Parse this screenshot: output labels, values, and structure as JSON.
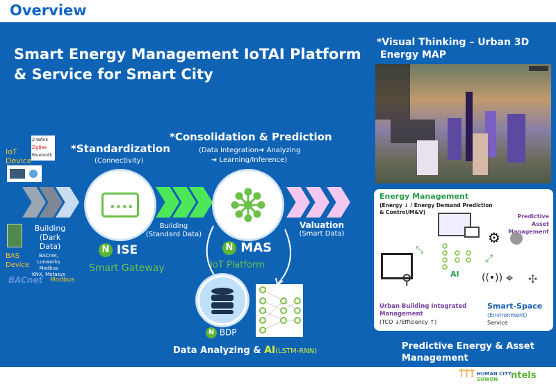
{
  "header": {
    "title": "Overview"
  },
  "main_title": {
    "line1": "Smart Energy Management IoTAI Platform",
    "line2": "& Service for Smart City"
  },
  "left": {
    "iot_device": [
      "IoT",
      "Device"
    ],
    "iot_logos": [
      "Z-WAVE",
      "ZigBee",
      "Bluetooth"
    ],
    "bas_device": [
      "BAS",
      "Device"
    ],
    "bas_protocols": [
      "BACnet, Lonworks",
      "Modbus",
      "KNX, Metasys"
    ],
    "bas_logos": [
      "BACnet",
      "Modbus"
    ],
    "building_dark": [
      "Building",
      "(Dark Data)"
    ]
  },
  "standardization": {
    "title": "*Standardization",
    "subtitle": "(Connectivity)",
    "product": "ISE",
    "product_caption": "Smart Gateway"
  },
  "building_standard": [
    "Building",
    "(Standard Data)"
  ],
  "consolidation": {
    "title": "*Consolidation & Prediction",
    "line1": "(Data Integration➔ Analyzing",
    "line2": "➔ Learning/Inference)",
    "product": "MAS",
    "product_caption": "IoT Platform"
  },
  "valuation": {
    "title": "Valuation",
    "subtitle": "(Smart Data)"
  },
  "bdp": {
    "product": "BDP",
    "caption_prefix": "Data Analyzing & ",
    "caption_ai": "AI",
    "caption_suffix": "(LSTM-RNN)"
  },
  "visual": {
    "line1": "*Visual Thinking – Urban 3D",
    "line2": "Energy MAP"
  },
  "services": {
    "energy_title": "Energy Management",
    "energy_desc1": "(Energy ↓ / Energy Demand Prediction",
    "energy_desc2": "& Control/M&V)",
    "asset_title1": "Predictive Asset",
    "asset_title2": "Management",
    "ai_label": "AI",
    "urban_title1": "Urban Building Integrated",
    "urban_title2": "Management",
    "urban_desc": "(TCO ↓/Efficiency ↑)",
    "space_title": "Smart-Space",
    "space_desc1": "(Environment)",
    "space_desc2": "Service"
  },
  "footer_caption": {
    "line1": "Predictive Energy & Asset",
    "line2": "Management"
  },
  "logos": {
    "human_city": "HUMAN CITY",
    "suwon": "SUWON",
    "ntels": "ntels"
  },
  "colors": {
    "background": "#0f63b5",
    "header_text": "#1166c4",
    "green": "#5cb536",
    "accent_yellow": "#f2c632",
    "purple": "#7a3fa0"
  }
}
